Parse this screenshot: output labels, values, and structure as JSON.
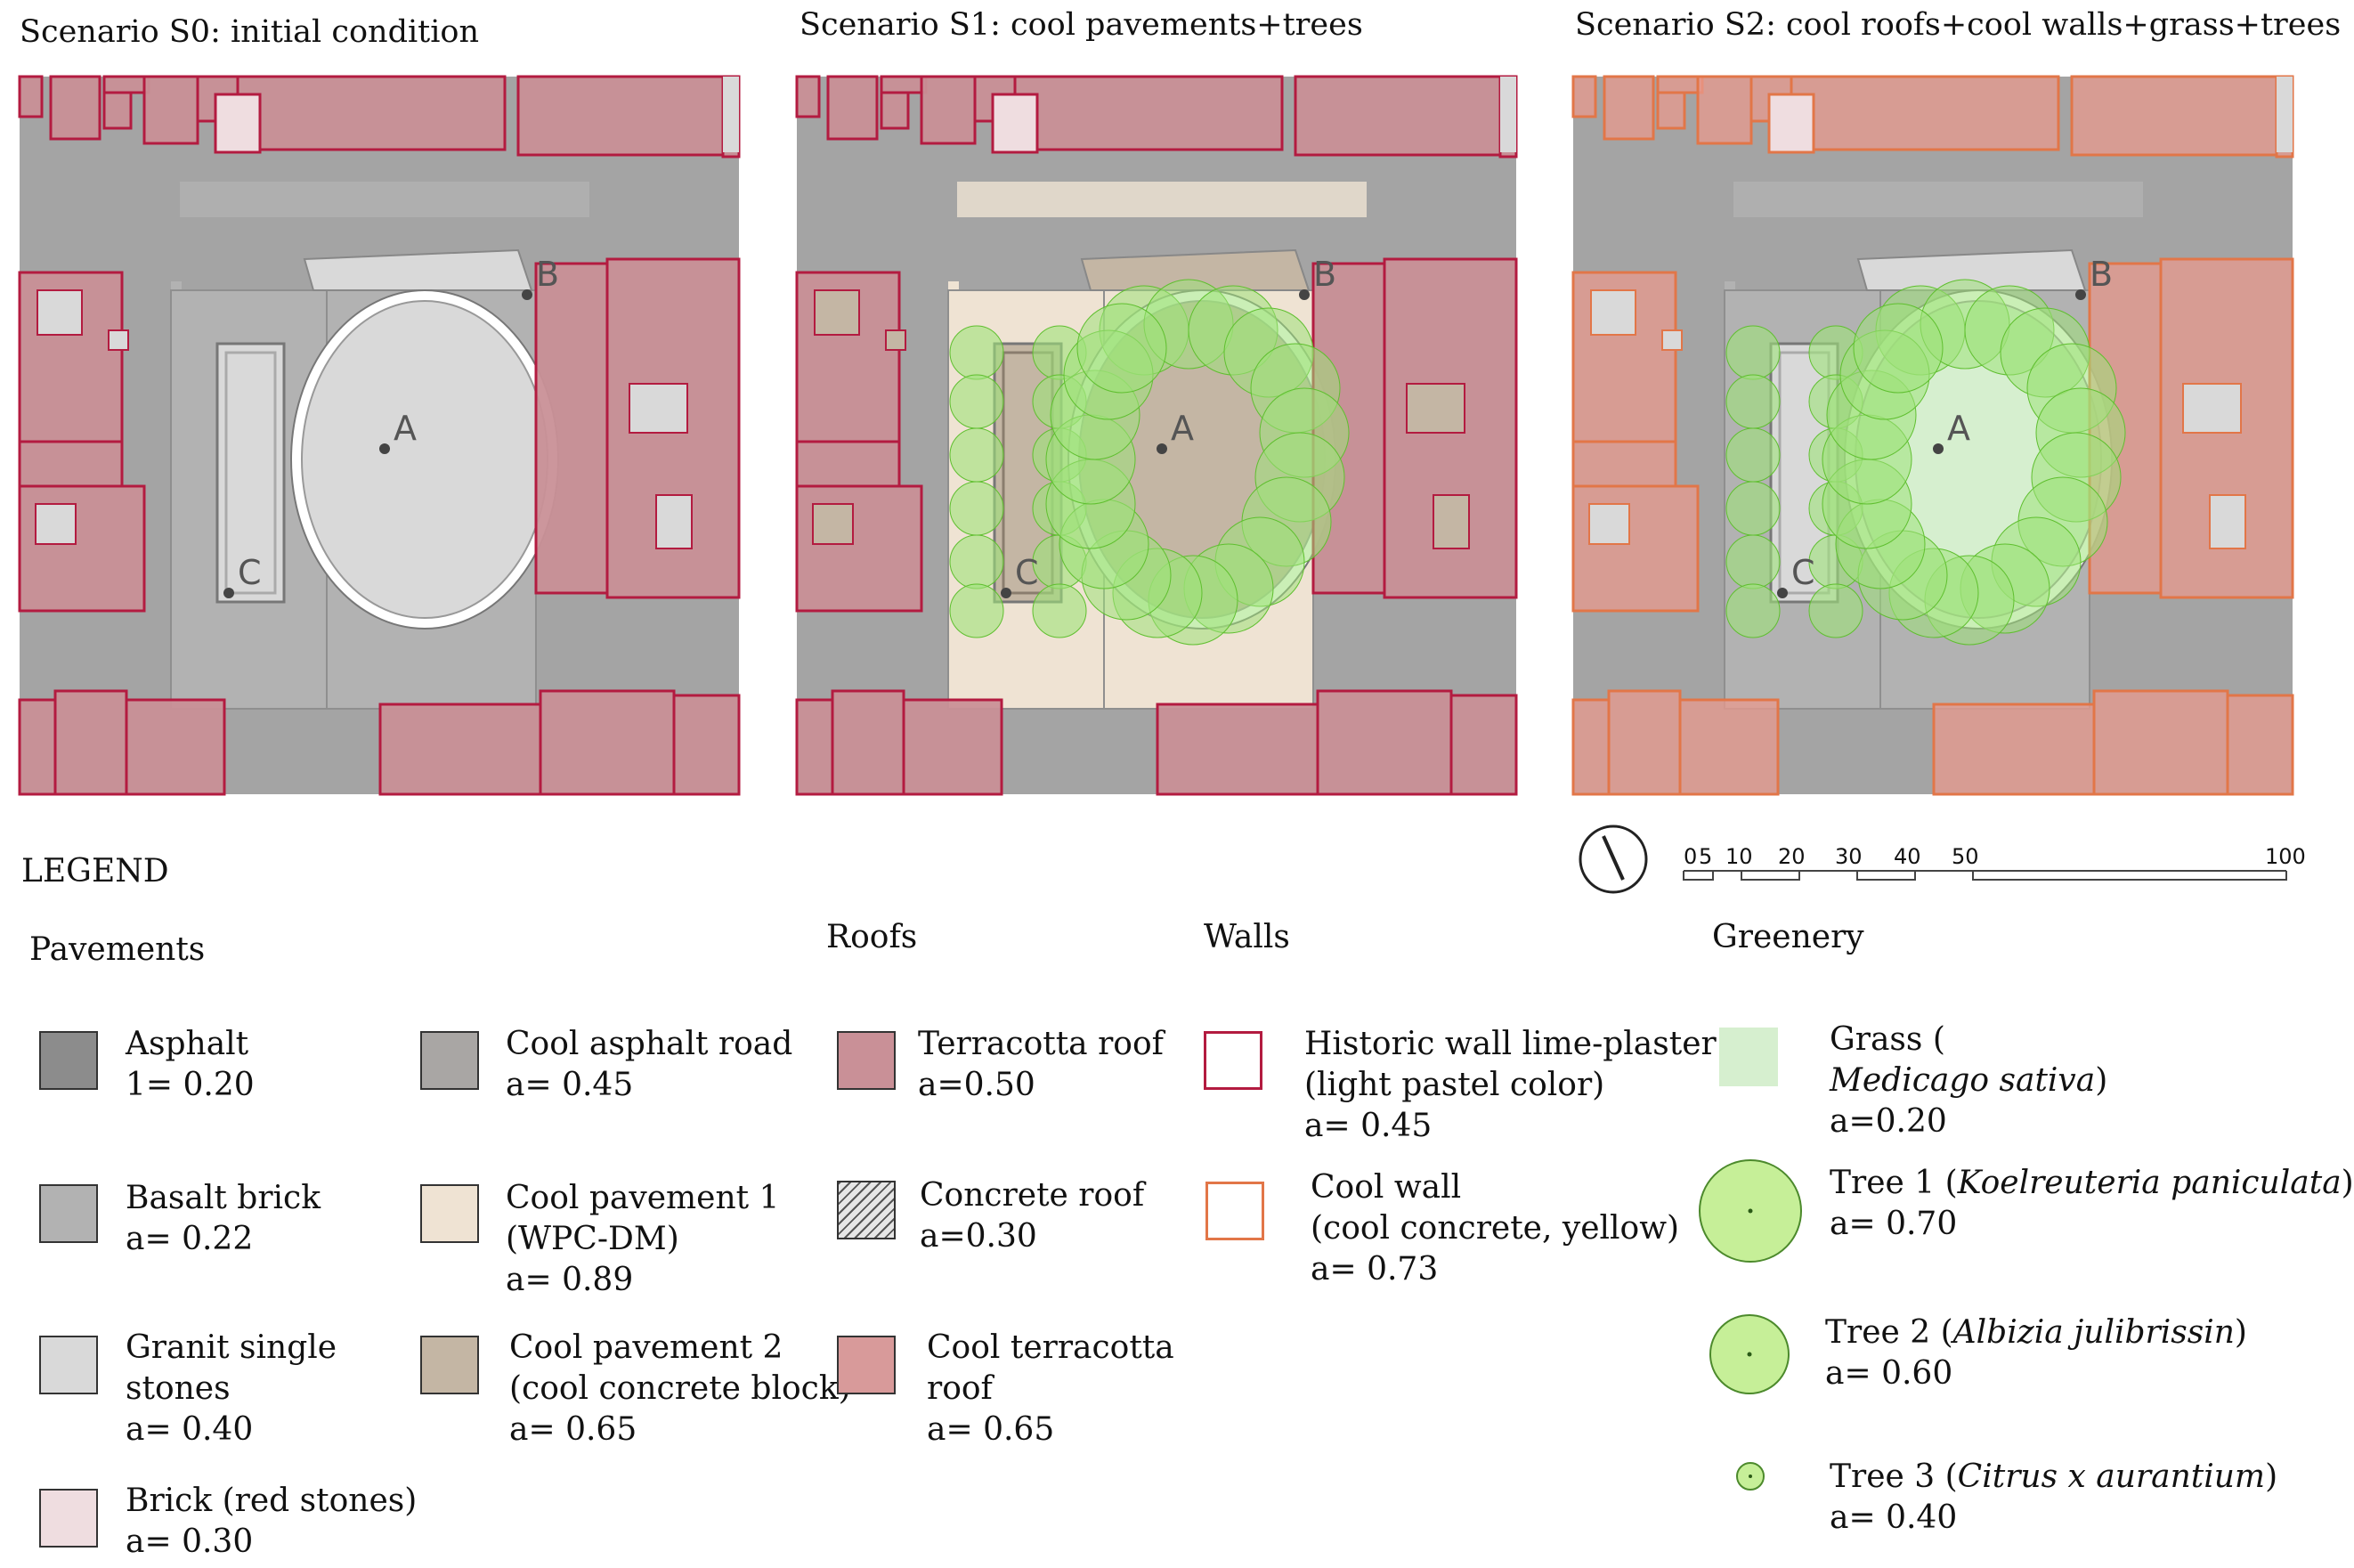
{
  "colors": {
    "street": "#a4a4a4",
    "asphalt": "#8c8c8c",
    "basalt": "#b2b2b2",
    "granite": "#d9d9d9",
    "red_brick": "#efdde0",
    "cool_asphalt": "#a9a6a4",
    "cool_pavement_1": "#efe3d3",
    "cool_pavement_2": "#c4b6a4",
    "terracotta_roof": "#c99097",
    "cool_terracotta_roof": "#e8998d",
    "historic_wall": "#b31b40",
    "cool_wall": "#e27648",
    "grass": "#d6efcf",
    "tree": "#9ee27a"
  },
  "scenarios": [
    {
      "id": "s0",
      "title": "Scenario S0: initial condition",
      "points": {
        "a": "A",
        "b": "B",
        "c": "C"
      }
    },
    {
      "id": "s1",
      "title": "Scenario S1: cool pavements+trees",
      "points": {
        "a": "A",
        "b": "B",
        "c": "C"
      }
    },
    {
      "id": "s2",
      "title": "Scenario S2: cool roofs+cool walls+grass+trees",
      "points": {
        "a": "A",
        "b": "B",
        "c": "C"
      }
    }
  ],
  "scale": {
    "ticks": [
      "0",
      "5",
      "10",
      "20",
      "30",
      "40",
      "50",
      "100"
    ],
    "icon": "north-arrow-icon"
  },
  "legend": {
    "title": "LEGEND",
    "pavements": {
      "heading": "Pavements",
      "items": [
        {
          "l1": "Asphalt",
          "l2": "1= 0.20"
        },
        {
          "l1": "Basalt brick",
          "l2": "a= 0.22"
        },
        {
          "l1": "Granit single",
          "l2": "stones",
          "l3": "a= 0.40"
        },
        {
          "l1": "Brick (red stones)",
          "l2": "a= 0.30"
        },
        {
          "l1": "Cool asphalt road",
          "l2": "a= 0.45"
        },
        {
          "l1": "Cool pavement  1",
          "l2": "(WPC-DM)",
          "l3": "a= 0.89"
        },
        {
          "l1": "Cool pavement  2",
          "l2": "(cool concrete block)",
          "l3": "a= 0.65"
        }
      ]
    },
    "roofs": {
      "heading": "Roofs",
      "items": [
        {
          "l1": "Terracotta roof",
          "l2": "a=0.50"
        },
        {
          "l1": "Concrete roof",
          "l2": "a=0.30"
        },
        {
          "l1": "Cool terracotta",
          "l2": "roof",
          "l3": "a= 0.65"
        }
      ]
    },
    "walls": {
      "heading": "Walls",
      "items": [
        {
          "l1": "Historic wall lime-plaster",
          "l2": "(light pastel color)",
          "l3": "a= 0.45"
        },
        {
          "l1": "Cool wall",
          "l2": "(cool concrete, yellow)",
          "l3": "a= 0.73"
        }
      ]
    },
    "greenery": {
      "heading": "Greenery",
      "items": [
        {
          "l1a": "Grass (",
          "l1b": "Medicago sativa",
          "l1c": ")",
          "l2": "a=0.20"
        },
        {
          "l1a": "Tree 1 (",
          "l1b": "Koelreuteria paniculata",
          "l1c": ")",
          "l2": "a= 0.70"
        },
        {
          "l1a": "Tree 2 (",
          "l1b": "Albizia julibrissin",
          "l1c": ")",
          "l2": "a= 0.60"
        },
        {
          "l1a": "Tree 3 (",
          "l1b": "Citrus x aurantium",
          "l1c": ")",
          "l2": "a= 0.40"
        }
      ]
    }
  }
}
